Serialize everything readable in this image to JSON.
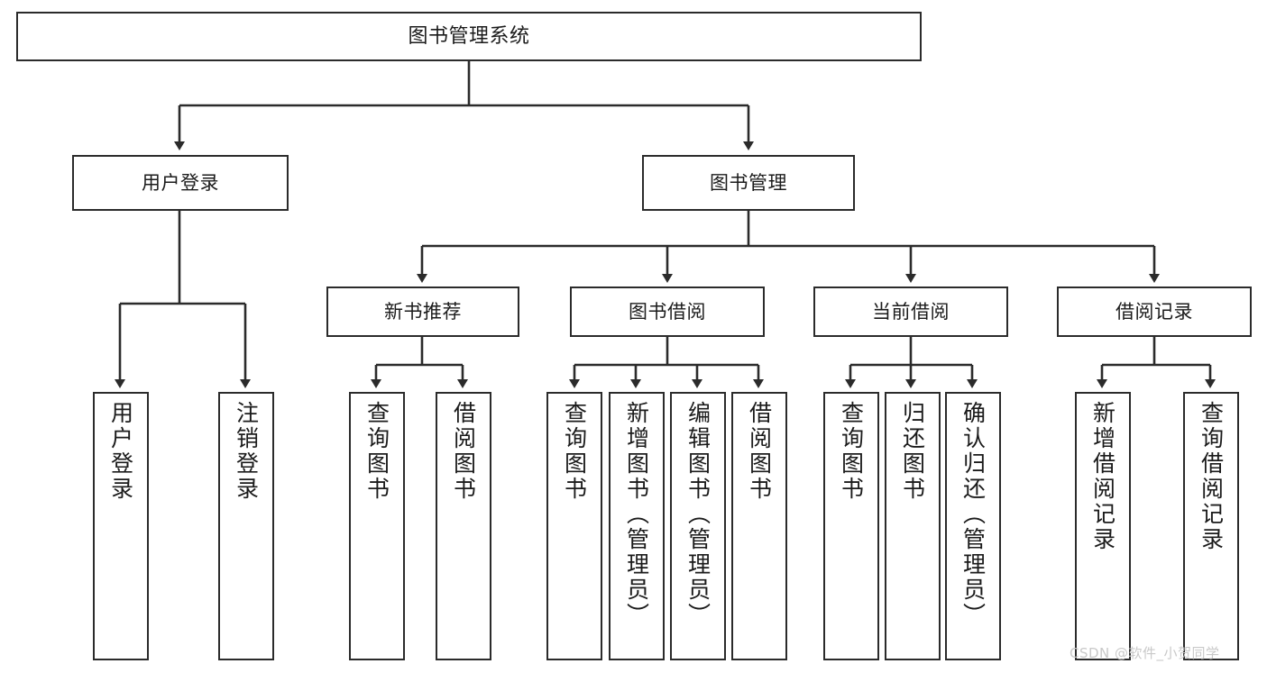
{
  "diagram": {
    "title": "图书管理系统",
    "watermark": "CSDN @软件_小贺同学",
    "line_color": "#2b2b2b",
    "box_fill": "#ffffff",
    "text_color": "#1b1b1b",
    "root": {
      "label": "图书管理系统"
    },
    "level2": [
      {
        "label": "用户登录"
      },
      {
        "label": "图书管理"
      }
    ],
    "level3": [
      {
        "label": "新书推荐"
      },
      {
        "label": "图书借阅"
      },
      {
        "label": "当前借阅"
      },
      {
        "label": "借阅记录"
      }
    ],
    "leaves": {
      "user_login": [
        {
          "label": "用户登录"
        },
        {
          "label": "注销登录"
        }
      ],
      "new_book_recommend": [
        {
          "label": "查询图书"
        },
        {
          "label": "借阅图书"
        }
      ],
      "book_borrow": [
        {
          "label": "查询图书"
        },
        {
          "label": "新增图书（管理员）"
        },
        {
          "label": "编辑图书（管理员）"
        },
        {
          "label": "借阅图书"
        }
      ],
      "current_borrow": [
        {
          "label": "查询图书"
        },
        {
          "label": "归还图书"
        },
        {
          "label": "确认归还（管理员）"
        }
      ],
      "borrow_record": [
        {
          "label": "新增借阅记录"
        },
        {
          "label": "查询借阅记录"
        }
      ]
    }
  }
}
